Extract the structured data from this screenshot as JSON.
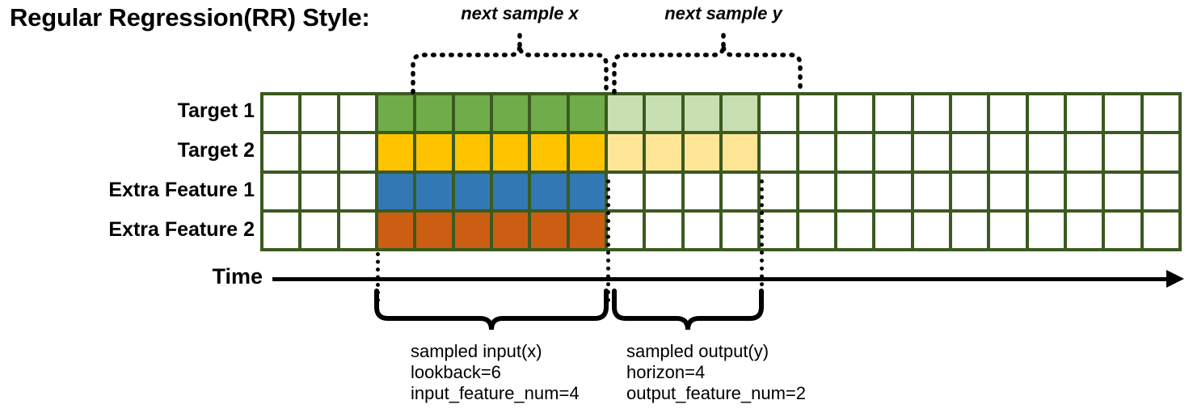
{
  "title": "Regular Regression(RR) Style:",
  "rows": [
    {
      "label": "Target 1",
      "color_key": "green"
    },
    {
      "label": "Target 2",
      "color_key": "gold"
    },
    {
      "label": "Extra Feature 1",
      "color_key": "blue"
    },
    {
      "label": "Extra Feature 2",
      "color_key": "orange"
    }
  ],
  "axis": {
    "label": "Time",
    "arrow": "right-arrow-icon"
  },
  "top_braces": [
    {
      "name": "next-sample-x",
      "label": "next sample x"
    },
    {
      "name": "next-sample-y",
      "label": "next sample y"
    }
  ],
  "bottom_braces": [
    {
      "name": "sampled-input",
      "lines": [
        "sampled input(x)",
        "lookback=6",
        "input_feature_num=4"
      ]
    },
    {
      "name": "sampled-output",
      "lines": [
        "sampled output(y)",
        "horizon=4",
        "output_feature_num=2"
      ]
    }
  ],
  "grid": {
    "columns": 24,
    "rows": 4,
    "input_start_col": 3,
    "input_len": 6,
    "output_start_col": 9,
    "output_len": 4,
    "cell_fills": [
      [
        "w",
        "w",
        "w",
        "green",
        "green",
        "green",
        "green",
        "green",
        "green",
        "green_l",
        "green_l",
        "green_l",
        "green_l",
        "w",
        "w",
        "w",
        "w",
        "w",
        "w",
        "w",
        "w",
        "w",
        "w",
        "w"
      ],
      [
        "w",
        "w",
        "w",
        "gold",
        "gold",
        "gold",
        "gold",
        "gold",
        "gold",
        "gold_l",
        "gold_l",
        "gold_l",
        "gold_l",
        "w",
        "w",
        "w",
        "w",
        "w",
        "w",
        "w",
        "w",
        "w",
        "w",
        "w"
      ],
      [
        "w",
        "w",
        "w",
        "blue",
        "blue",
        "blue",
        "blue",
        "blue",
        "blue",
        "w",
        "w",
        "w",
        "w",
        "w",
        "w",
        "w",
        "w",
        "w",
        "w",
        "w",
        "w",
        "w",
        "w",
        "w"
      ],
      [
        "w",
        "w",
        "w",
        "orange",
        "orange",
        "orange",
        "orange",
        "orange",
        "orange",
        "w",
        "w",
        "w",
        "w",
        "w",
        "w",
        "w",
        "w",
        "w",
        "w",
        "w",
        "w",
        "w",
        "w",
        "w"
      ]
    ]
  },
  "colors": {
    "grid_border": "#3b5a20",
    "green": "#6fad4a",
    "green_l": "#c6debl",
    "gold": "#ffc300",
    "gold_l": "#ffe596",
    "blue": "#3178b4",
    "orange": "#cc5e14",
    "w": "#ffffff",
    "ink": "#000000"
  }
}
